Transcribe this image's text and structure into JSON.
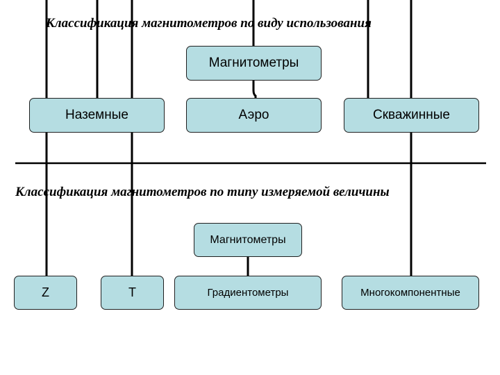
{
  "section_usage": {
    "title": "Классификация магнитометров по виду использования",
    "root": "Магнитометры",
    "children": [
      "Наземные",
      "Аэро",
      "Скважинные"
    ]
  },
  "section_measured": {
    "title": "Классификация магнитометров по типу измеряемой величины",
    "root": "Магнитометры",
    "children": [
      "Z",
      "T",
      "Градиентометры",
      "Многокомпонентные"
    ]
  },
  "colors": {
    "box_fill": "#b5dde2",
    "box_border": "#1f1f1f",
    "line": "#000000"
  }
}
